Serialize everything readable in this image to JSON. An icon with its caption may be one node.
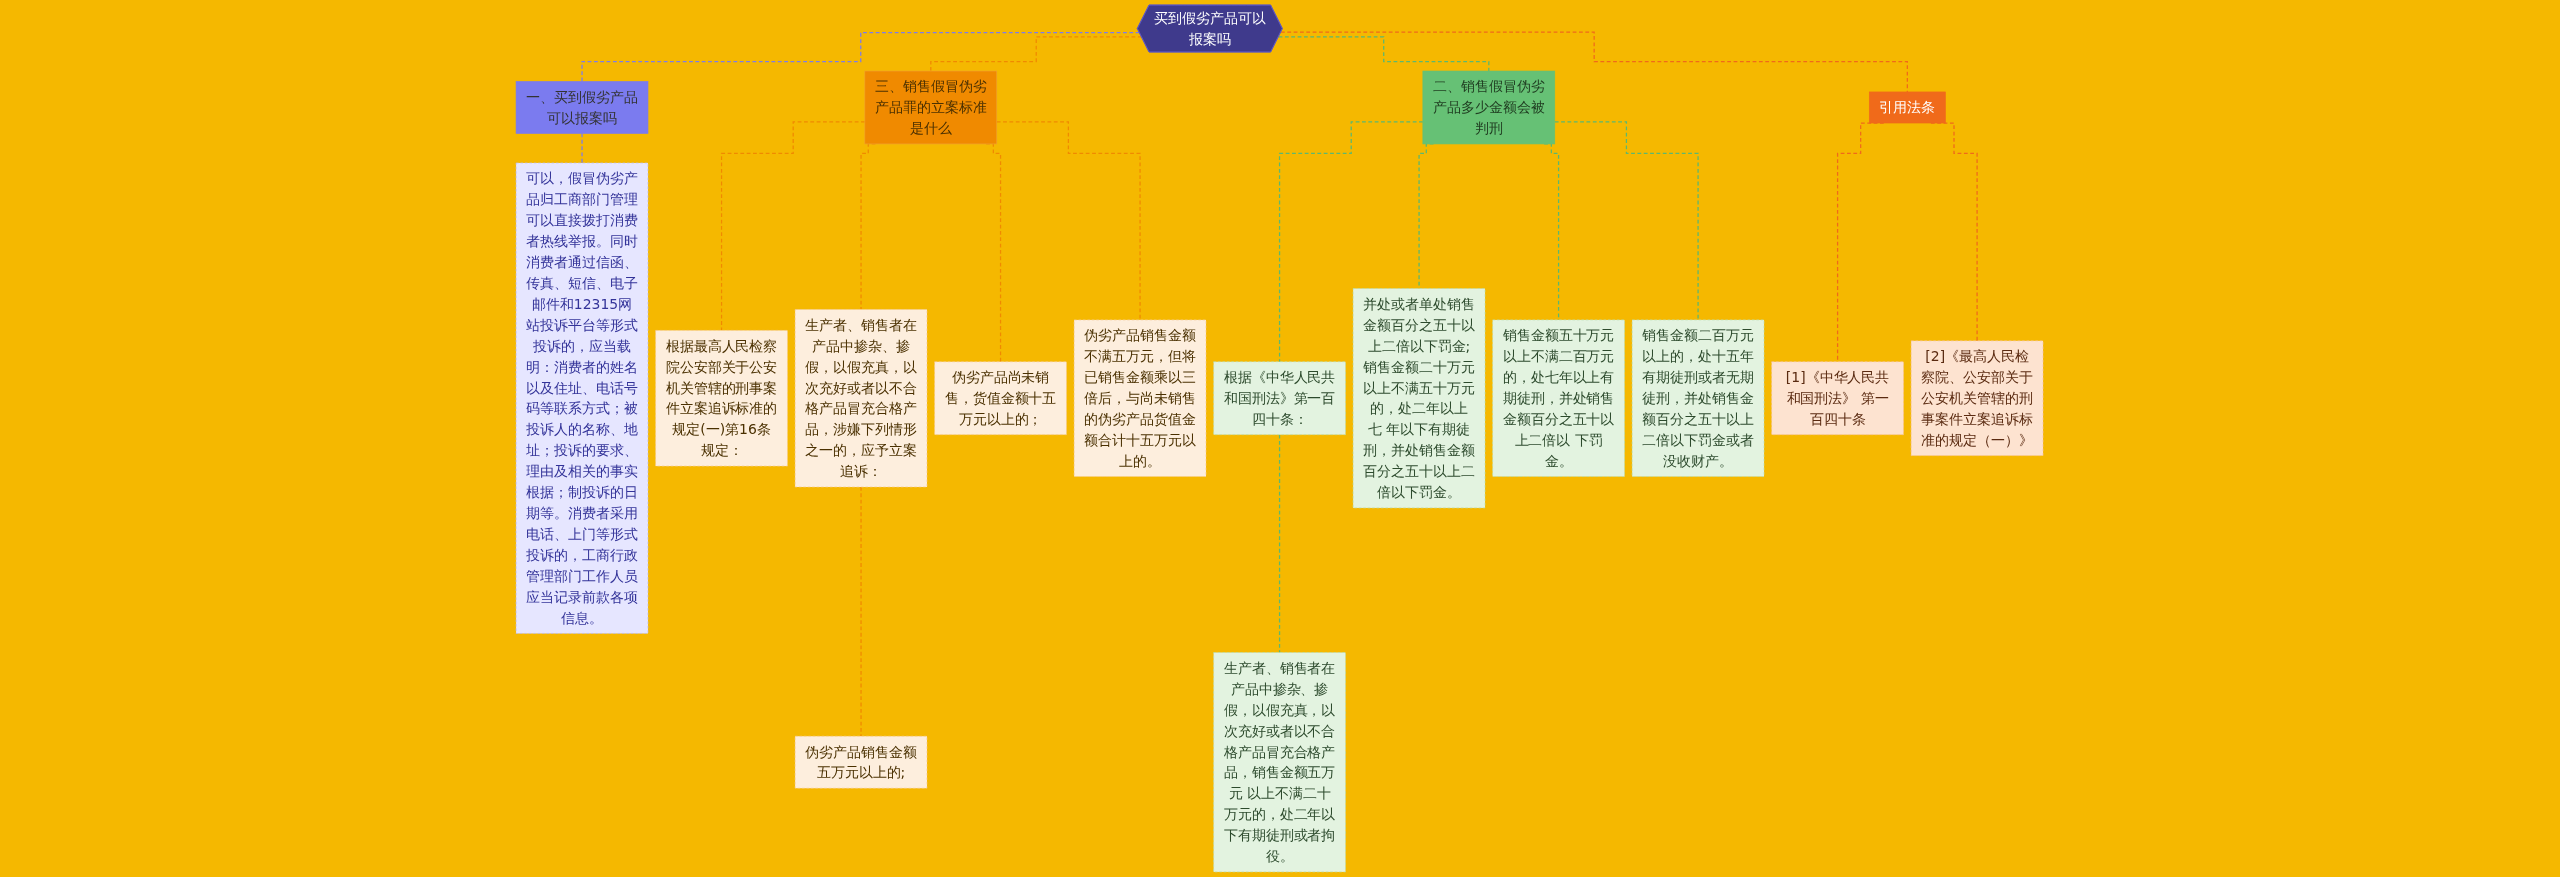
{
  "diagram": {
    "nodes": [
      {
        "text": [
          "买到假劣产品可以报案吗"
        ]
      },
      {
        "text": [
          "一、买到假劣产品可以报案吗"
        ]
      },
      {
        "text": [
          "可以，假冒伪劣产品归工商部门管理可以直接拨打消费者热线举报。同时消费者通过信函、传真、短信、电子邮件和12315网站投诉平台等形式投诉的，应当载明：消费者的姓名以及住址、电话号码等联系方式；被投诉人的名称、地址；投诉的要求、理由及相关的事实根据；制投诉的日期等。消费者采用电话、上门等形式投诉的，工商行政管理部门工作人员应当记录前款各项信息。"
        ]
      },
      {
        "text": [
          "三、销售假冒伪劣产品罪的立案标准是什么"
        ]
      },
      {
        "text": [
          "根据最高人民检察院公安部关于公安机关管辖的刑事案件立案追诉标准的规定(一)第16条规定："
        ]
      },
      {
        "text": [
          "生产者、销售者在产品中掺杂、掺假，以假充真，以次充好或者以不合格产品冒充合格产品，涉嫌下列情形之一的，应予立案追诉："
        ]
      },
      {
        "text": [
          "伪劣产品销售金额五万元以上的;"
        ]
      },
      {
        "text": [
          "伪劣产品尚未销售，货值金额十五万元以上的；"
        ]
      },
      {
        "text": [
          "伪劣产品销售金额不满五万元，但将已销售金额乘以三倍后，与尚未销售的伪劣产品货值金额合计十五万元以上的。"
        ]
      },
      {
        "text": [
          "二、销售假冒伪劣产品多少金额会被判刑"
        ]
      },
      {
        "text": [
          "根据《中华人民共和国刑法》第一百四十条："
        ]
      },
      {
        "text": [
          "生产者、销售者在产品中掺杂、掺假，以假充真，以次充好或者以不合格产品冒充合格产品，销售金额五万元 以上不满二十万元的，处二年以下有期徒刑或者拘役。"
        ]
      },
      {
        "text": [
          "并处或者单处销售金额百分之五十以上二倍以下罚金;销售金额二十万元以上不满五十万元的，处二年以上七 年以下有期徒刑，并处销售金额百分之五十以上二倍以下罚金。"
        ]
      },
      {
        "text": [
          "销售金额五十万元以上不满二百万元的，处七年以上有期徒刑，并处销售金额百分之五十以上二倍以 下罚金。"
        ]
      },
      {
        "text": [
          "销售金额二百万元以上的，处十五年有期徒刑或者无期徒刑，并处销售金额百分之五十以上二倍以下罚金或者没收财产。"
        ]
      },
      {
        "text": [
          "引用法条"
        ]
      },
      {
        "text": [
          "[1]《中华人民共和国刑法》 第一百四十条"
        ]
      },
      {
        "text": [
          "[2]《最高人民检察院、公安部关于公安机关管辖的刑事案件立案追诉标准的规定（一）》"
        ]
      }
    ],
    "edges": [
      {
        "from": 0,
        "to": 1,
        "arrow": "none",
        "style": "dashed",
        "color": "#7b7bef"
      },
      {
        "from": 1,
        "to": 2,
        "arrow": "none",
        "style": "dashed",
        "color": "#7b7bef"
      },
      {
        "from": 0,
        "to": 3,
        "arrow": "none",
        "style": "dashed"
      },
      {
        "from": 3,
        "to": 4,
        "arrow": "none",
        "style": "dashed"
      },
      {
        "from": 3,
        "to": 5,
        "arrow": "none",
        "style": "dashed"
      },
      {
        "from": 5,
        "to": 6,
        "arrow": "none",
        "style": "dashed"
      },
      {
        "from": 3,
        "to": 7,
        "arrow": "none",
        "style": "dashed"
      },
      {
        "from": 3,
        "to": 8,
        "arrow": "none",
        "style": "dashed"
      },
      {
        "from": 0,
        "to": 9,
        "arrow": "none",
        "style": "dashed",
        "color": "#5bb870"
      },
      {
        "from": 9,
        "to": 10,
        "arrow": "none",
        "style": "dashed",
        "color": "#5bb870"
      },
      {
        "from": 10,
        "to": 11,
        "arrow": "none",
        "style": "dashed",
        "color": "#5bb870"
      },
      {
        "from": 9,
        "to": 12,
        "arrow": "none",
        "style": "dashed",
        "color": "#5bb870"
      },
      {
        "from": 9,
        "to": 13,
        "arrow": "none",
        "style": "dashed",
        "color": "#5bb870"
      },
      {
        "from": 9,
        "to": 14,
        "arrow": "none",
        "style": "dashed",
        "color": "#5bb870"
      },
      {
        "from": 0,
        "to": 15,
        "arrow": "none",
        "style": "dashed",
        "color": "#f06a1a"
      },
      {
        "from": 15,
        "to": 16,
        "arrow": "none",
        "style": "dashed",
        "color": "#f06a1a"
      },
      {
        "from": 15,
        "to": 17,
        "arrow": "none",
        "style": "dashed",
        "color": "#f06a1a"
      }
    ]
  }
}
